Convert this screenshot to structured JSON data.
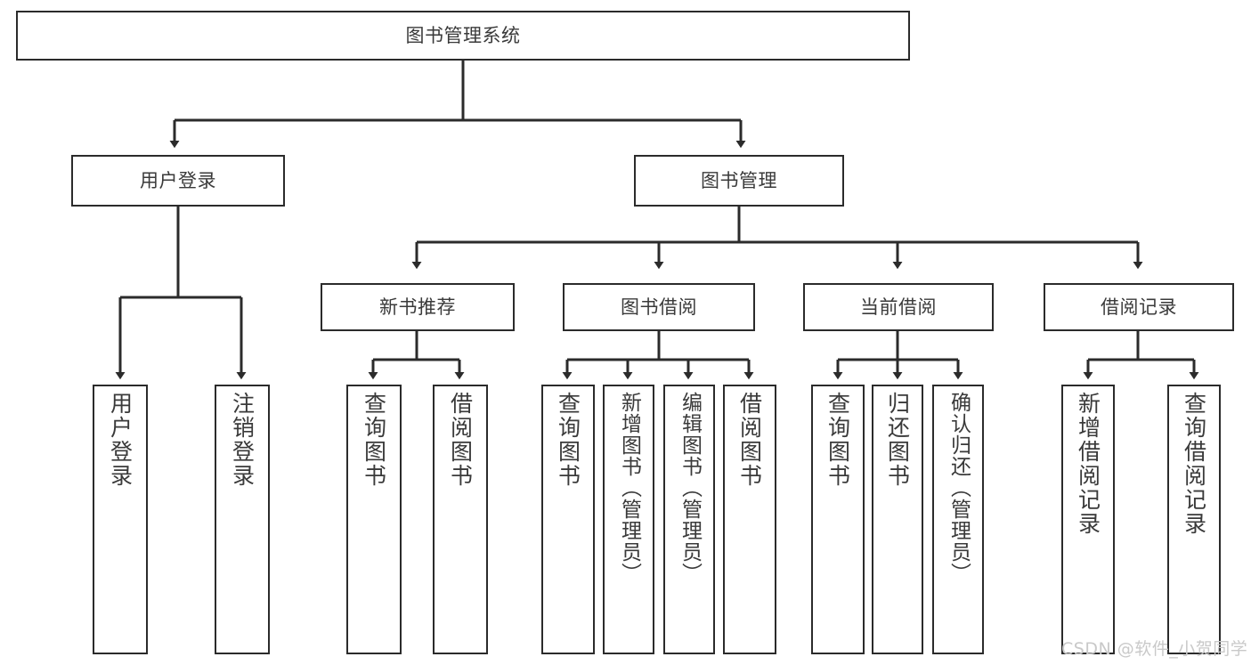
{
  "diagram": {
    "type": "hierarchy-tree",
    "root": {
      "label": "图书管理系统"
    },
    "tier1": [
      {
        "label": "用户登录"
      },
      {
        "label": "图书管理"
      }
    ],
    "tier2": [
      {
        "label": "新书推荐"
      },
      {
        "label": "图书借阅"
      },
      {
        "label": "当前借阅"
      },
      {
        "label": "借阅记录"
      }
    ],
    "leaves": {
      "user_login": [
        {
          "label": "用户登录"
        },
        {
          "label": "注销登录"
        }
      ],
      "new_book_recommend": [
        {
          "label": "查询图书"
        },
        {
          "label": "借阅图书"
        }
      ],
      "book_borrow": [
        {
          "label": "查询图书"
        },
        {
          "label": "新增图书（管理员）"
        },
        {
          "label": "编辑图书（管理员）"
        },
        {
          "label": "借阅图书"
        }
      ],
      "current_borrow": [
        {
          "label": "查询图书"
        },
        {
          "label": "归还图书"
        },
        {
          "label": "确认归还（管理员）"
        }
      ],
      "borrow_record": [
        {
          "label": "新增借阅记录"
        },
        {
          "label": "查询借阅记录"
        }
      ]
    }
  },
  "watermark": {
    "text": "CSDN @软件_小贺同学"
  },
  "colors": {
    "stroke": "#2b2b2b",
    "text": "#3a3a3a",
    "background": "#ffffff",
    "watermark": "#c9c9c9"
  }
}
